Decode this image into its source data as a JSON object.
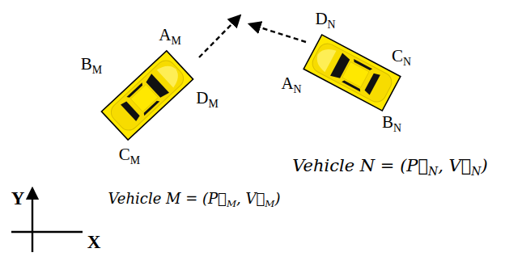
{
  "diagram": {
    "labels": [
      "AM",
      "BM",
      "CM",
      "DM",
      "DN",
      "CN",
      "AN",
      "BN",
      "Vehicle N = (P⃗N, V⃗N)",
      "Vehicle M = (P⃗M, V⃗M)",
      "Y",
      "X"
    ]
  }
}
